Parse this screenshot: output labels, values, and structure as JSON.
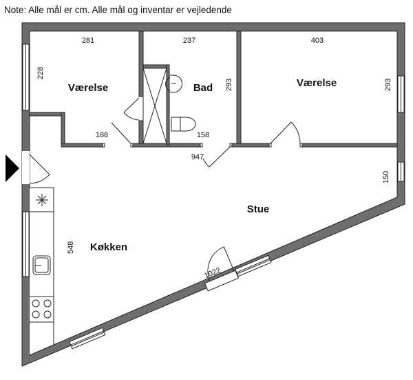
{
  "note": "Note: Alle mål er cm. Alle mål og inventar er vejledende",
  "rooms": {
    "vaerelse_left": "Værelse",
    "bad": "Bad",
    "vaerelse_right": "Værelse",
    "stue": "Stue",
    "kokken": "Køkken"
  },
  "dimensions": {
    "vaerelse_left_width": "281",
    "vaerelse_left_height": "228",
    "vaerelse_left_bottom": "188",
    "bad_width": "237",
    "bad_height": "293",
    "bad_bottom": "158",
    "vaerelse_right_width": "403",
    "vaerelse_right_height": "293",
    "total_width": "947",
    "stue_right": "150",
    "kokken_height": "548",
    "diagonal": "1022"
  },
  "colors": {
    "wall": "#6e6e6e",
    "outline": "#222222"
  }
}
